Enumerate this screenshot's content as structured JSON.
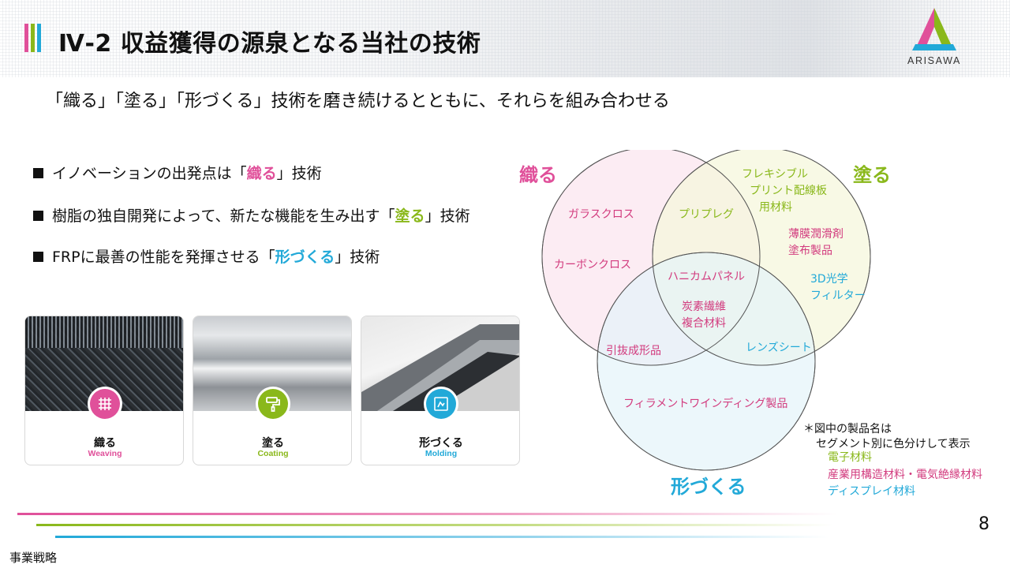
{
  "header": {
    "title": "Ⅳ-2  収益獲得の源泉となる当社の技術",
    "logo_text": "ARISAWA"
  },
  "subtitle": "「織る」「塗る」「形づくる」技術を磨き続けるとともに、それらを組み合わせる",
  "bullets": [
    {
      "before": "イノベーションの出発点は「",
      "highlight": "織る",
      "after": "」技術",
      "color": "#e0509a"
    },
    {
      "before": "樹脂の独自開発によって、新たな機能を生み出す「",
      "highlight": "塗る",
      "after": "」技術",
      "color": "#8ab81b"
    },
    {
      "before": "FRPに最善の性能を発揮させる「",
      "highlight": "形づくる",
      "after": "」技術",
      "color": "#22a9d8"
    }
  ],
  "cards": [
    {
      "jp": "織る",
      "en": "Weaving",
      "color": "#e0509a",
      "icon": "woven-grid-icon"
    },
    {
      "jp": "塗る",
      "en": "Coating",
      "color": "#8ab81b",
      "icon": "paint-roller-icon"
    },
    {
      "jp": "形づくる",
      "en": "Molding",
      "color": "#22a9d8",
      "icon": "mold-shape-icon"
    }
  ],
  "venn": {
    "labels": {
      "weave": "織る",
      "coat": "塗る",
      "mold": "形づくる"
    },
    "products": {
      "glass_cloth": "ガラスクロス",
      "prepreg": "プリプレグ",
      "fpc_line1": "フレキシブル",
      "fpc_line2": "プリント配線板",
      "fpc_line3": "用材料",
      "carbon_cloth": "カーボンクロス",
      "lubricant_line1": "薄膜潤滑剤",
      "lubricant_line2": "塗布製品",
      "honeycomb": "ハニカムパネル",
      "optical_line1": "3D光学",
      "optical_line2": "フィルター",
      "cfrp_line1": "炭素繊維",
      "cfrp_line2": "複合材料",
      "pultrusion": "引抜成形品",
      "lens_sheet": "レンズシート",
      "filament": "フィラメントワインディング製品"
    },
    "circle_colors": {
      "weave": "#fbe9f1",
      "coat": "#f5f7dc",
      "mold": "#e4f3fa"
    }
  },
  "note": {
    "line1": "＊図中の製品名は",
    "line2": "セグメント別に色分けして表示",
    "legend": [
      {
        "label": "電子材料",
        "color": "#8ab81b"
      },
      {
        "label": "産業用構造材料・電気絶縁材料",
        "color": "#d23b7e"
      },
      {
        "label": "ディスプレイ材料",
        "color": "#22a9d8"
      }
    ]
  },
  "footer": {
    "page_number": "8",
    "section": "事業戦略"
  },
  "colors": {
    "pink": "#e0509a",
    "green": "#8ab81b",
    "blue": "#22a9d8"
  }
}
